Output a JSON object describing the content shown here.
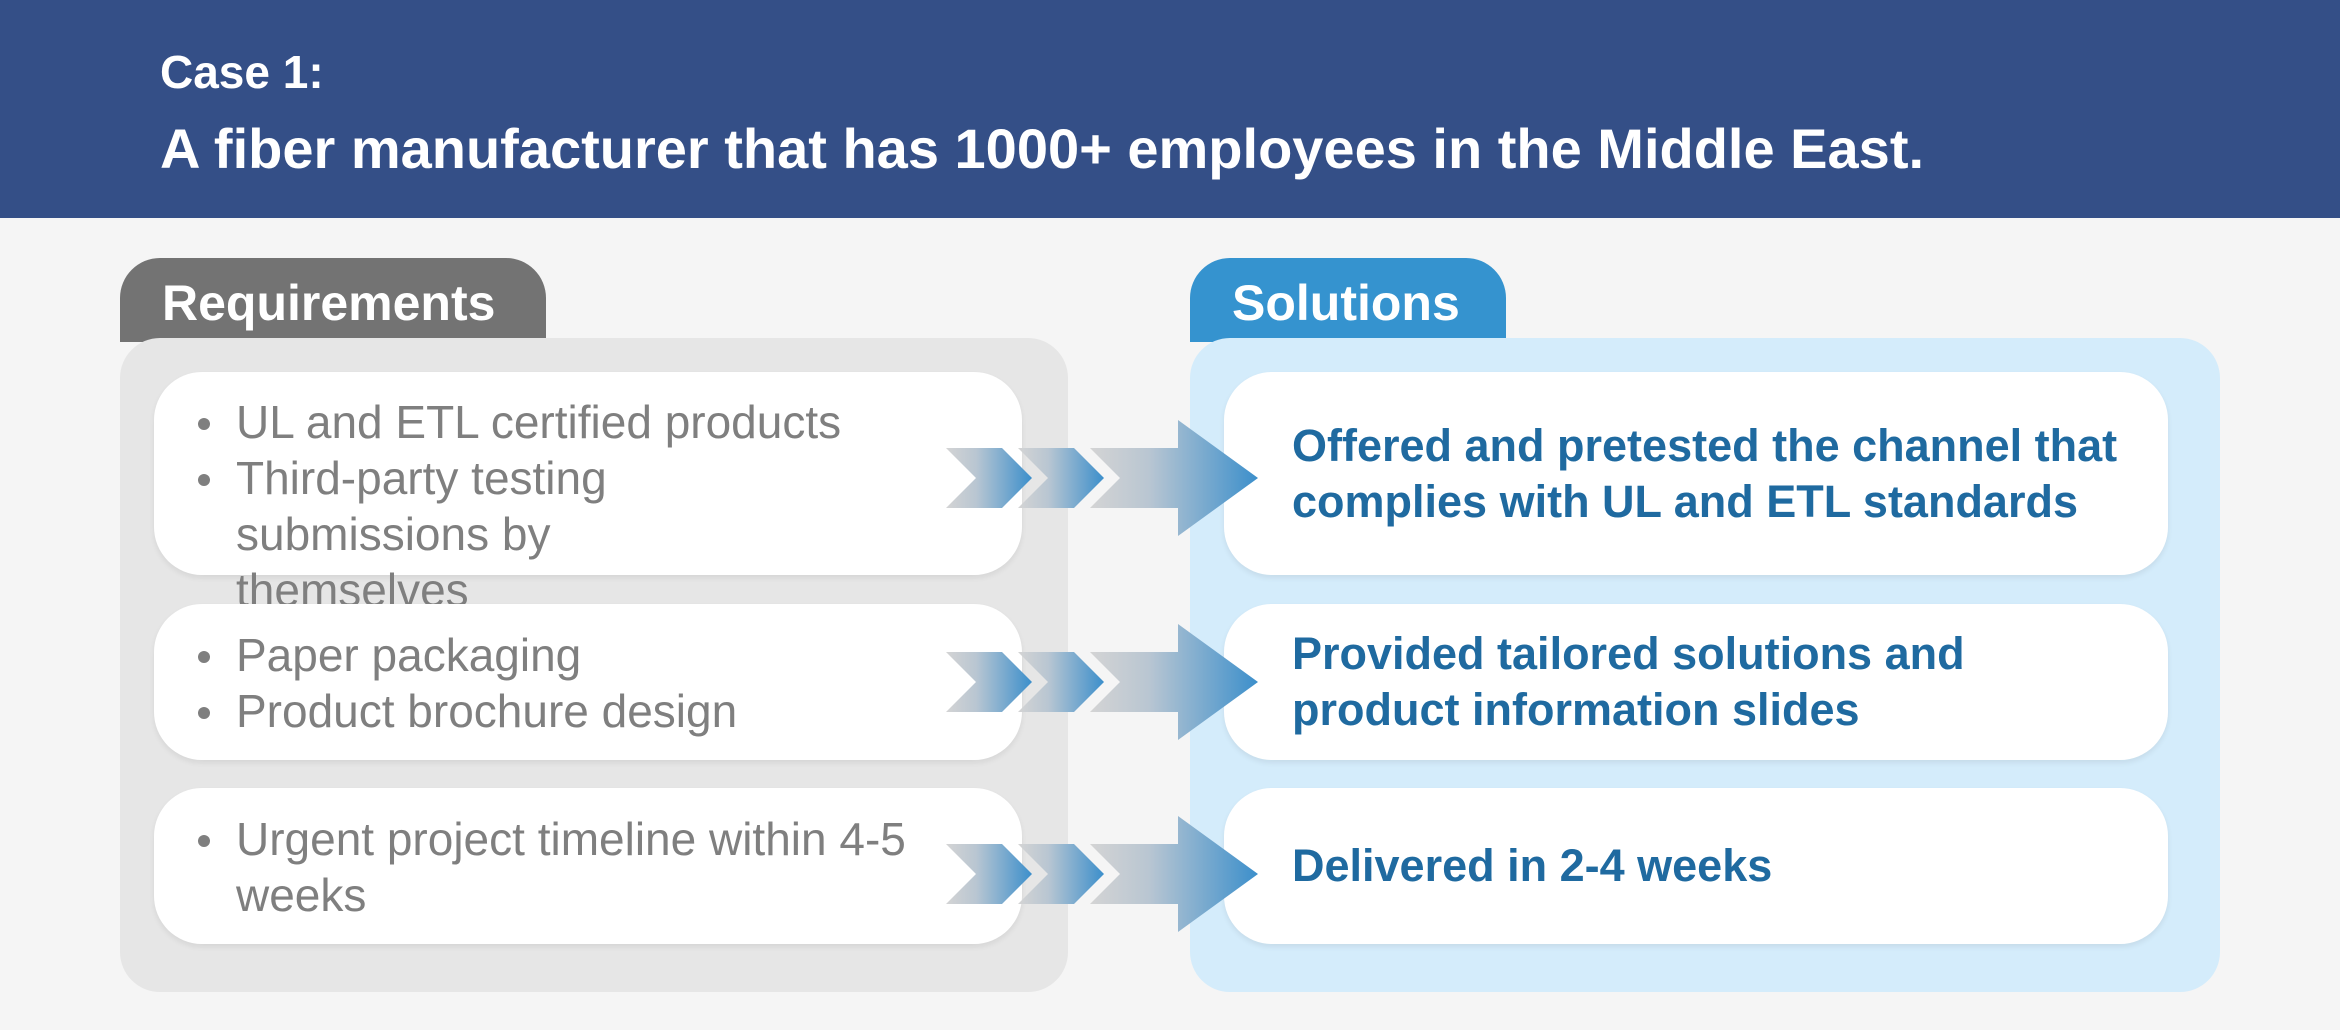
{
  "header": {
    "case_label": "Case 1:",
    "title": "A fiber manufacturer that has 1000+ employees in the Middle East.",
    "background_color": "#344f87"
  },
  "requirements": {
    "tab_label": "Requirements",
    "items": [
      [
        "UL and ETL certified products",
        "Third-party testing submissions by themselves"
      ],
      [
        "Paper packaging",
        "Product brochure design"
      ],
      [
        "Urgent project timeline within 4-5 weeks"
      ]
    ]
  },
  "solutions": {
    "tab_label": "Solutions",
    "items": [
      "Offered and pretested the channel that complies with UL and ETL standards",
      "Provided tailored solutions and product information slides",
      "Delivered in 2-4 weeks"
    ]
  },
  "colors": {
    "requirements_tab": "#737373",
    "solutions_tab": "#3593cf",
    "solution_text": "#1f6aa0",
    "requirement_text": "#7f7f7f"
  },
  "icons": [
    "chevron-arrow-icon"
  ]
}
